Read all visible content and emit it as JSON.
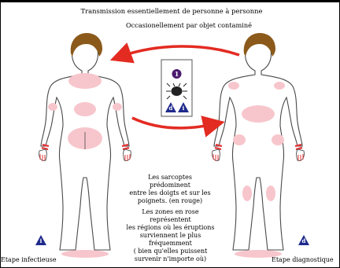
{
  "header": {
    "line1": "Transmission essentiellement de personne à personne",
    "line2": "Occasionellement par objet contaminé"
  },
  "legend_box": {
    "number": "1",
    "symbol_left": "d",
    "symbol_right": "i"
  },
  "notes": {
    "paragraph1": [
      "Les sarcoptes prédominent",
      "entre les doigts et sur les",
      "poignets. (en rouge)"
    ],
    "paragraph2": [
      "Les zones en rose représentent",
      "les régions où les éruptions",
      "surviennent le plus",
      "fréquemment",
      "( bien qu'elles puissent",
      "survenir n'importe où)"
    ]
  },
  "stages": {
    "left": {
      "label": "Etape infectieuse",
      "symbol": "i"
    },
    "right": {
      "label": "Etape diagnostique",
      "symbol": "d"
    }
  },
  "colors": {
    "hair": "#8b5a1b",
    "body_outline": "#4a4a4a",
    "rash_pink": "#f7c6cc",
    "mite_red": "#e5373a",
    "arrow_red": "#e32b22",
    "badge_blue": "#1f2a8c",
    "badge_purple": "#4a1a6e"
  },
  "icons": [
    "mite-icon",
    "number-badge-icon",
    "triangle-d-icon",
    "triangle-i-icon"
  ]
}
